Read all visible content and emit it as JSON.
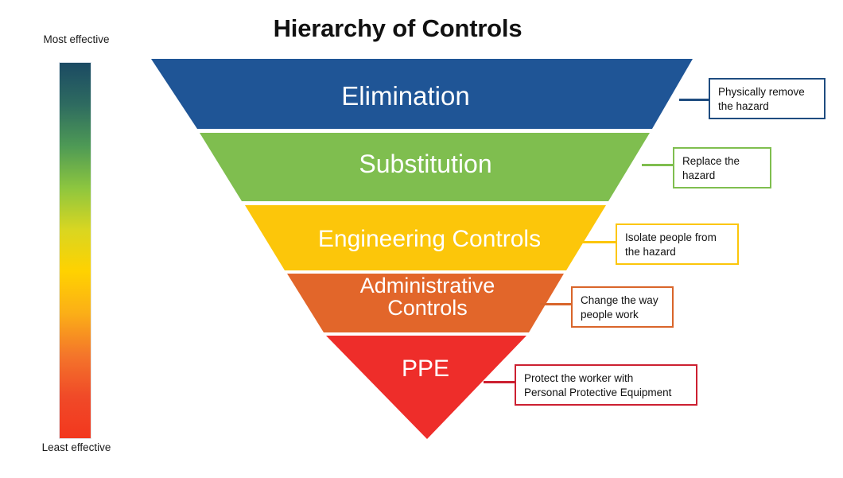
{
  "title": "Hierarchy of Controls",
  "scale": {
    "top_label": "Most\neffective",
    "bottom_label": "Least\neffective",
    "gradient_stops": [
      "#1B4A63",
      "#2E6B60",
      "#4E9A55",
      "#8DC63F",
      "#D9D621",
      "#FFD200",
      "#FBAF17",
      "#F4762A",
      "#F04A28",
      "#F3371E"
    ]
  },
  "levels": [
    {
      "name": "Elimination",
      "color": "#1F5596",
      "callout": "Physically remove\nthe hazard"
    },
    {
      "name": "Substitution",
      "color": "#7FBE4F",
      "callout": "Replace the\nhazard"
    },
    {
      "name": "Engineering Controls",
      "color": "#FCC60A",
      "callout": "Isolate people from\nthe hazard"
    },
    {
      "name": "Administrative\nControls",
      "color": "#E2662A",
      "callout": "Change the way\npeople work"
    },
    {
      "name": "PPE",
      "color": "#EE2D2A",
      "callout": "Protect the worker with\nPersonal Protective Equipment"
    }
  ]
}
